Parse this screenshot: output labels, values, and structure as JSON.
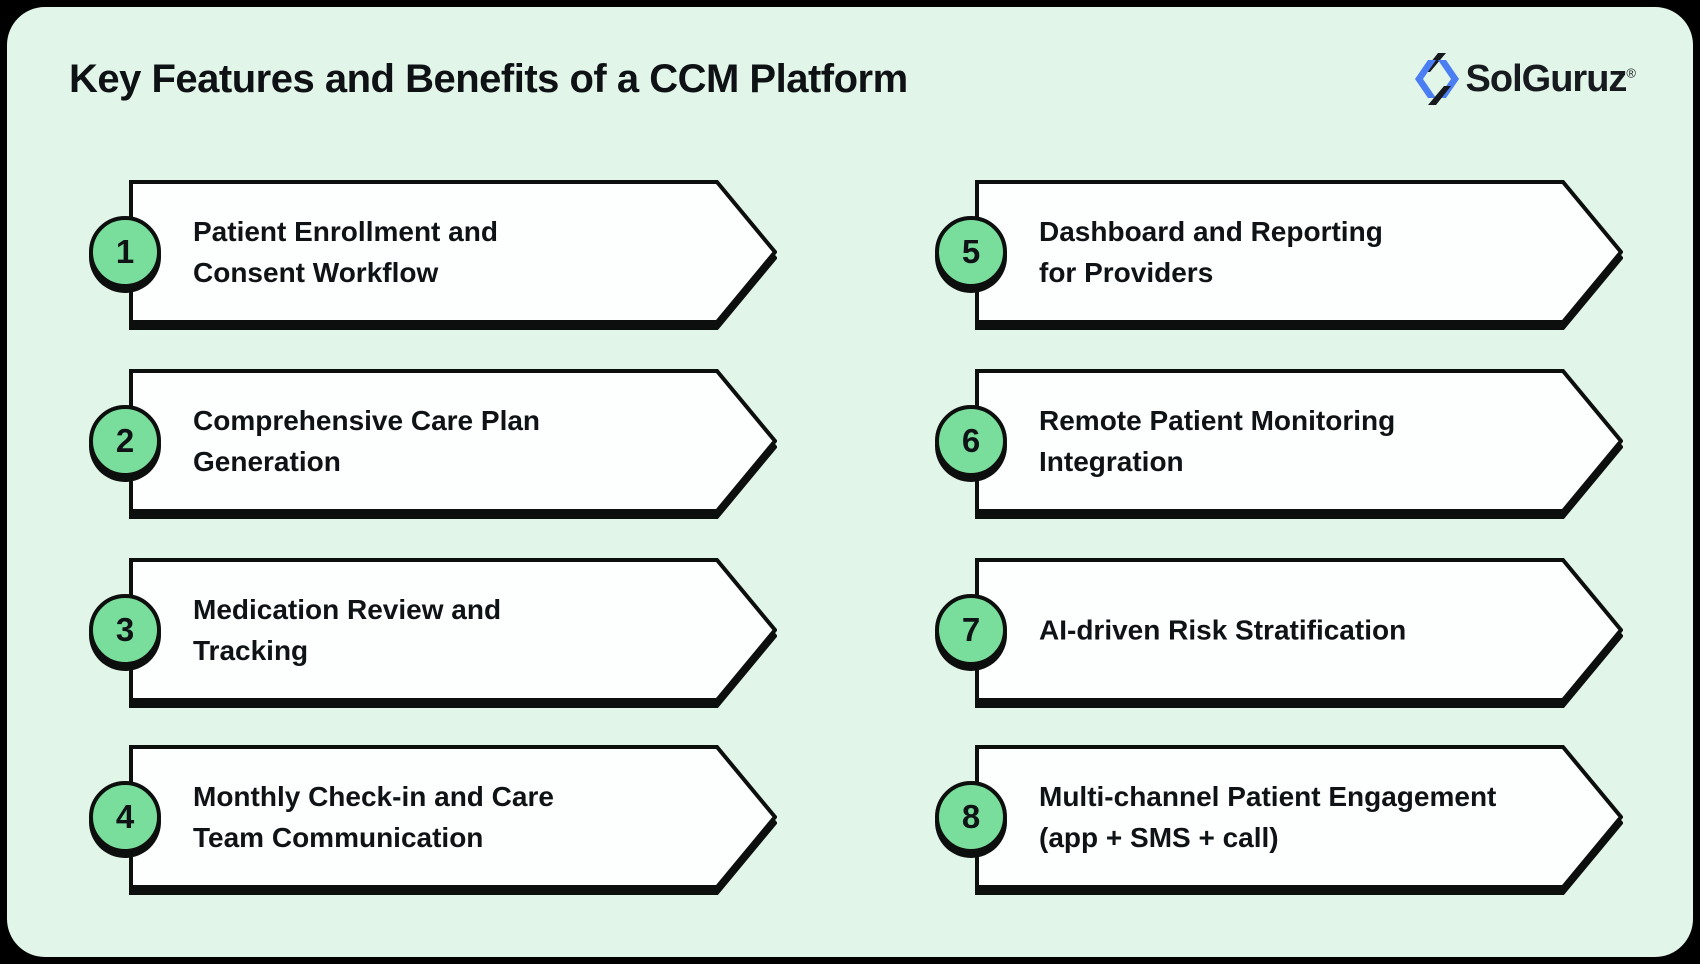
{
  "page": {
    "title": "Key Features and Benefits of a CCM Platform"
  },
  "logo": {
    "brand": "SolGuruz",
    "registered_mark": "®",
    "icon": "solguruz-lightning-mark",
    "icon_blue": "#4b7ef3",
    "icon_black": "#16191d"
  },
  "colors": {
    "frame": "#000000",
    "panel_background": "#e2f5e9",
    "banner_fill": "#fcfffd",
    "outline": "#0d0f0e",
    "badge_green": "#79dd9b",
    "text": "#101316"
  },
  "features": [
    {
      "number": "1",
      "line1": "Patient Enrollment and",
      "line2": "Consent Workflow"
    },
    {
      "number": "2",
      "line1": "Comprehensive Care Plan",
      "line2": "Generation"
    },
    {
      "number": "3",
      "line1": "Medication Review and",
      "line2": "Tracking"
    },
    {
      "number": "4",
      "line1": "Monthly Check-in and Care",
      "line2": "Team Communication"
    },
    {
      "number": "5",
      "line1": "Dashboard and Reporting",
      "line2": "for Providers"
    },
    {
      "number": "6",
      "line1": "Remote Patient Monitoring",
      "line2": "Integration"
    },
    {
      "number": "7",
      "line1": "AI-driven Risk Stratification",
      "line2": ""
    },
    {
      "number": "8",
      "line1": "Multi-channel Patient Engagement",
      "line2": "(app + SMS + call)"
    }
  ]
}
